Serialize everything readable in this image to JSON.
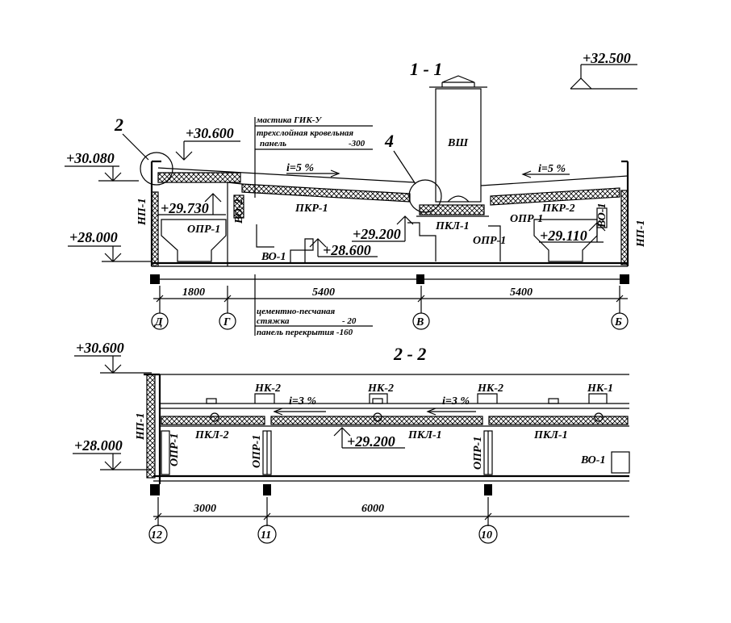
{
  "section_1": {
    "title": "1 - 1",
    "elev_top": "+32.500",
    "elev_left_high": "+30.600",
    "elev_left_mid": "+30.080",
    "elev_left_low": "+28.000",
    "elev_ledge": "+29.730",
    "elev_valley": "+29.200",
    "elev_right": "+29.110",
    "elev_vent": "+28.600",
    "callout_2": "2",
    "callout_4": "4",
    "shaft": "ВШ",
    "note_roof_1": "мастика ГИК-У",
    "note_roof_2": "трехслойная кровельная",
    "note_roof_3": "панель",
    "note_roof_4": "-300",
    "note_floor_1": "цементно-песчаная",
    "note_floor_2": "стяжка",
    "note_floor_3": "- 20",
    "note_floor_4": "панель перекрытия -160",
    "slope_left": "i=5 %",
    "slope_right": "i=5 %",
    "labels": {
      "np1_left": "НП-1",
      "np1_right": "НП-1",
      "bo2": "ВО-2",
      "bo1_left": "ВО-1",
      "bo1_right": "ВО-1",
      "opr1_left": "ОПР-1",
      "opr1_mid": "ОПР-1",
      "opr1_right": "ОПР-1",
      "pkr1": "ПКР-1",
      "pkr2": "ПКР-2",
      "pkl1": "ПКЛ-1"
    },
    "dims": [
      "1800",
      "5400",
      "5400"
    ],
    "axes": [
      "Д",
      "Г",
      "В",
      "Б"
    ]
  },
  "section_2": {
    "title": "2 - 2",
    "elev_high": "+30.600",
    "elev_low": "+28.000",
    "elev_mid": "+29.200",
    "slope_left": "i=3 %",
    "slope_right": "i=3 %",
    "labels": {
      "np1": "НП-1",
      "nk2_a": "НК-2",
      "nk2_b": "НК-2",
      "nk2_c": "НК-2",
      "nk1": "НК-1",
      "pkl2": "ПКЛ-2",
      "pkl1_a": "ПКЛ-1",
      "pkl1_b": "ПКЛ-1",
      "opr1_a": "ОПР-1",
      "opr1_b": "ОПР-1",
      "opr1_c": "ОПР-1",
      "bo1": "ВО-1"
    },
    "dims": [
      "3000",
      "6000"
    ],
    "axes": [
      "12",
      "11",
      "10"
    ]
  }
}
